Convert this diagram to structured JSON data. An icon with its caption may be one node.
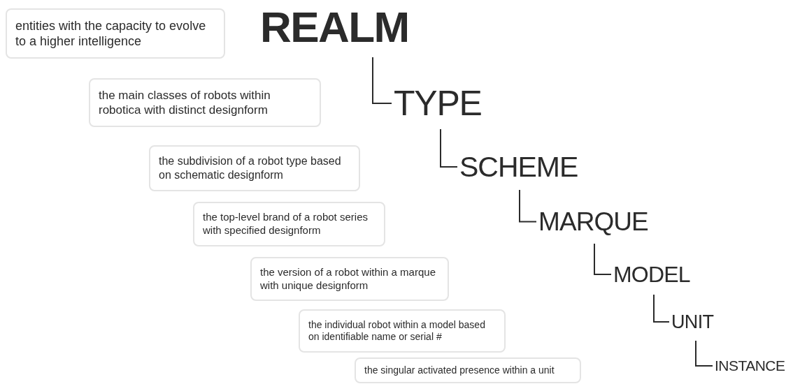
{
  "diagram": {
    "nodes": [
      {
        "text": [
          "REALM"
        ]
      },
      {
        "text": [
          "TYPE"
        ]
      },
      {
        "text": [
          "SCHEME"
        ]
      },
      {
        "text": [
          "MARQUE"
        ]
      },
      {
        "text": [
          "MODEL"
        ]
      },
      {
        "text": [
          "UNIT"
        ]
      },
      {
        "text": [
          "INSTANCE"
        ]
      },
      {
        "text": [
          "entities with the capacity to evolve to a higher intelligence"
        ]
      },
      {
        "text": [
          "the main classes of robots within robotica with distinct designform"
        ]
      },
      {
        "text": [
          "the subdivision of a robot type based on schematic designform"
        ]
      },
      {
        "text": [
          "the top-level brand of a robot series with specified designform"
        ]
      },
      {
        "text": [
          "the version of a robot within a marque with unique designform"
        ]
      },
      {
        "text": [
          "the individual robot within a model based on identifiable name or serial #"
        ]
      },
      {
        "text": [
          "the singular activated presence within a unit"
        ]
      }
    ],
    "edges": [
      {
        "from": 0,
        "to": 1,
        "arrow": "none"
      },
      {
        "from": 1,
        "to": 2,
        "arrow": "none"
      },
      {
        "from": 2,
        "to": 3,
        "arrow": "none"
      },
      {
        "from": 3,
        "to": 4,
        "arrow": "none"
      },
      {
        "from": 4,
        "to": 5,
        "arrow": "none"
      },
      {
        "from": 5,
        "to": 6,
        "arrow": "none"
      }
    ]
  }
}
